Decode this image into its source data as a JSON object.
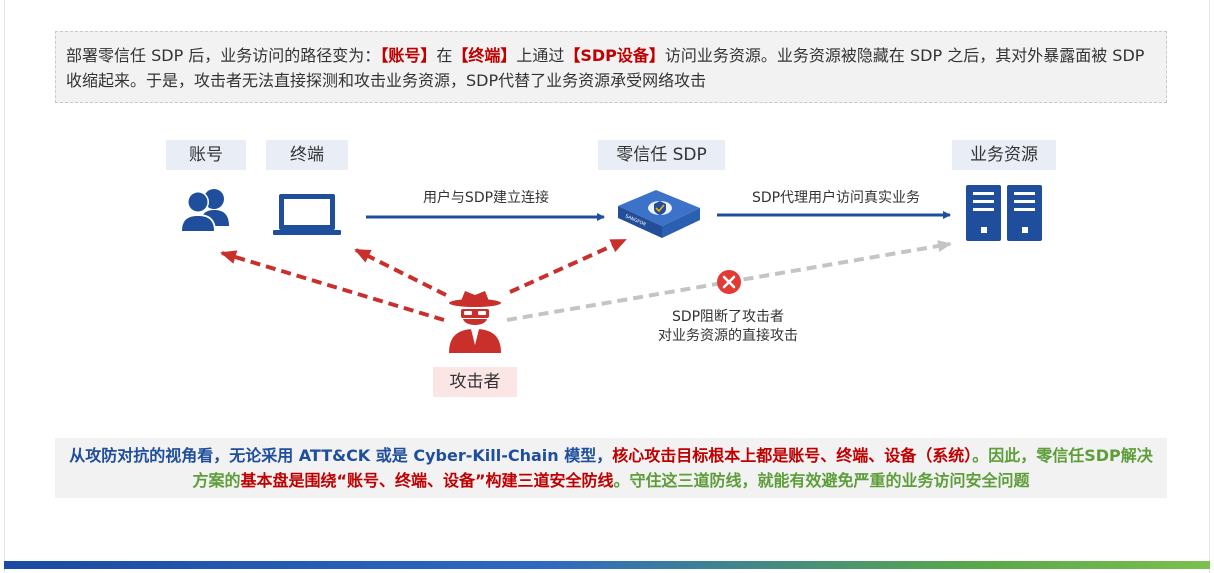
{
  "top_note": {
    "part1": "部署零信任 SDP 后，业务访问的路径变为：",
    "hl_account": "【账号】",
    "part2": "在",
    "hl_terminal": "【终端】",
    "part3": "上通过",
    "hl_device": "【SDP设备】",
    "part4": "访问业务资源。业务资源被隐藏在 SDP 之后，其对外暴露面被 SDP 收缩起来。于是，攻击者无法直接探测和攻击业务资源，SDP代替了业务资源承受网络攻击"
  },
  "nodes": {
    "account": {
      "label": "账号",
      "icon": "users-icon"
    },
    "terminal": {
      "label": "终端",
      "icon": "laptop-icon"
    },
    "sdp": {
      "label": "零信任 SDP",
      "icon": "sdp-appliance-icon",
      "badge": "SANGFOR"
    },
    "resource": {
      "label": "业务资源",
      "icon": "server-icon"
    },
    "attacker": {
      "label": "攻击者",
      "icon": "hacker-icon"
    }
  },
  "flows": {
    "user_to_sdp": "用户与SDP建立连接",
    "sdp_to_resource": "SDP代理用户访问真实业务",
    "blocked_line1": "SDP阻断了攻击者",
    "blocked_line2": "对业务资源的直接攻击"
  },
  "bottom_note": {
    "s1": "从攻防对抗的视角看，无论采用 ATT&CK 或是 Cyber-Kill-Chain 模型，",
    "s2": "核心攻击目标根本上都是账号、终端、设备（系统）",
    "s3": "。因此，零信任SDP解决方案的",
    "s4": "基本盘是围绕“账号、终端、设备”构建三道安全防线",
    "s5": "。守住这三道防线，就能有效避免严重的业务访问安全问题"
  },
  "colors": {
    "blue": "#1f4e9c",
    "red": "#c00000",
    "green": "#5e9e3a",
    "attack_red": "#c9302c",
    "blocked_gray": "#c4c4c4"
  }
}
